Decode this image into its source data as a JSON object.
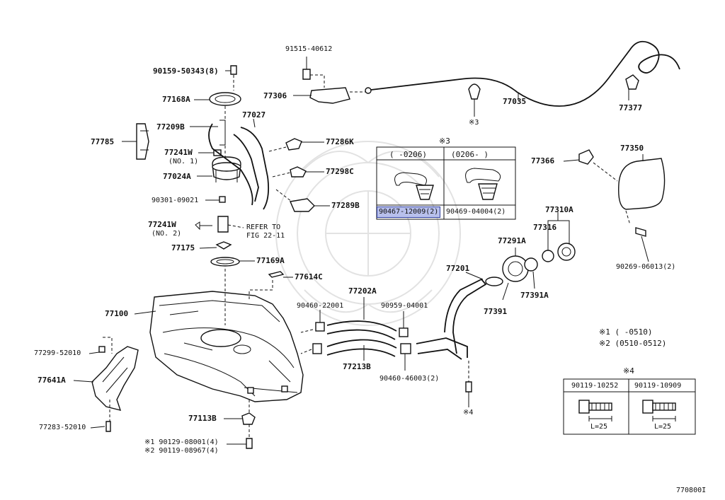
{
  "diagram": {
    "figure_code": "770800I",
    "parts": {
      "p90159": "90159-50343(8)",
      "p77168A": "77168A",
      "p77209B": "77209B",
      "p77785": "77785",
      "p77241W1": "77241W",
      "p77241W1_note": "(NO. 1)",
      "p77024A": "77024A",
      "p90301": "90301-09021",
      "p77241W2": "77241W",
      "p77241W2_note": "(NO. 2)",
      "refer_to": "REFER TO",
      "refer_fig": "FIG 22-11",
      "p77175": "77175",
      "p77169A": "77169A",
      "p77614C": "77614C",
      "p77100": "77100",
      "p77299": "77299-52010",
      "p77641A": "77641A",
      "p77283": "77283-52010",
      "p77113B": "77113B",
      "p90129": "※1 90129-08001(4)",
      "p90119_08967": "※2 90119-08967(4)",
      "p91515": "91515-40612",
      "p77306": "77306",
      "p77027": "77027",
      "p77286K": "77286K",
      "p77298C": "77298C",
      "p77289B": "77289B",
      "p77035": "77035",
      "p77377": "77377",
      "note3_under_clip": "※3",
      "p77366": "77366",
      "p77350": "77350",
      "p90269": "90269-06013(2)",
      "p77310A": "77310A",
      "p77316": "77316",
      "p77291A": "77291A",
      "p77391A": "77391A",
      "p77391": "77391",
      "p77201": "77201",
      "p77202A": "77202A",
      "p90460_22001": "90460-22001",
      "p90959": "90959-04001",
      "p77213B": "77213B",
      "p90460_46003": "90460-46003(2)",
      "note4_under_bolt": "※4"
    },
    "box3": {
      "title": "※3",
      "col1": "(    -0206)",
      "col2": "(0206-    )",
      "part1": "90467-12009(2)",
      "part2": "90469-04004(2)"
    },
    "notes": {
      "n1": "※1  (     -0510)",
      "n2": "※2  (0510-0512)"
    },
    "box4": {
      "title": "※4",
      "part1": "90119-10252",
      "part2": "90119-10909",
      "len1": "L=25",
      "len2": "L=25"
    }
  }
}
